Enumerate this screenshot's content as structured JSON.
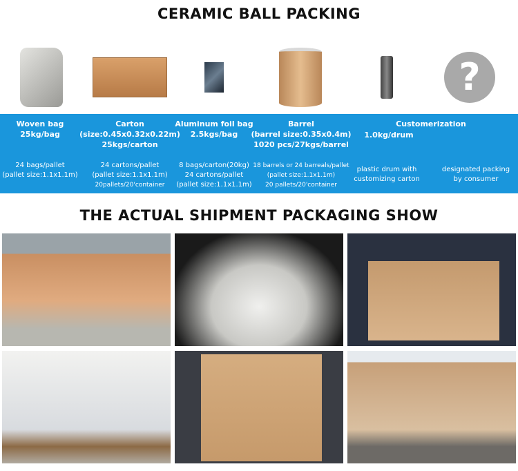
{
  "title1": "CERAMIC BALL PACKING",
  "title2": "THE ACTUAL SHIPMENT PACKAGING SHOW",
  "products": [
    {
      "name": "Woven bag",
      "spec": [
        "25kg/bag"
      ],
      "details": [
        "24 bags/pallet",
        "(pallet size:1.1x1.1m)"
      ]
    },
    {
      "name": "Carton",
      "spec": [
        "(size:0.45x0.32x0.22m)",
        "25kgs/carton"
      ],
      "details": [
        "24 cartons/pallet",
        "(pallet size:1.1x1.1m)",
        "20pallets/20'container"
      ]
    },
    {
      "name": "Aluminum foil bag",
      "spec": [
        "2.5kgs/bag"
      ],
      "details": [
        "8 bags/carton(20kg)",
        "24 cartons/pallet",
        "(pallet size:1.1x1.1m)"
      ]
    },
    {
      "name": "Barrel",
      "spec": [
        "(barrel size:0.35x0.4m)",
        "1020 pcs/27kgs/barrel"
      ],
      "details": [
        "18 barrels or 24 barreals/pallet",
        "(pallet size:1.1x1.1m)",
        "20 pallets/20'container"
      ]
    }
  ],
  "custom": {
    "name": "Customerization",
    "spec": "1.0kg/drum",
    "opt1": [
      "plastic drum with",
      "customizing carton"
    ],
    "opt2": [
      "designated packing",
      "by consumer"
    ]
  },
  "colors": {
    "band": "#1a96dc"
  }
}
